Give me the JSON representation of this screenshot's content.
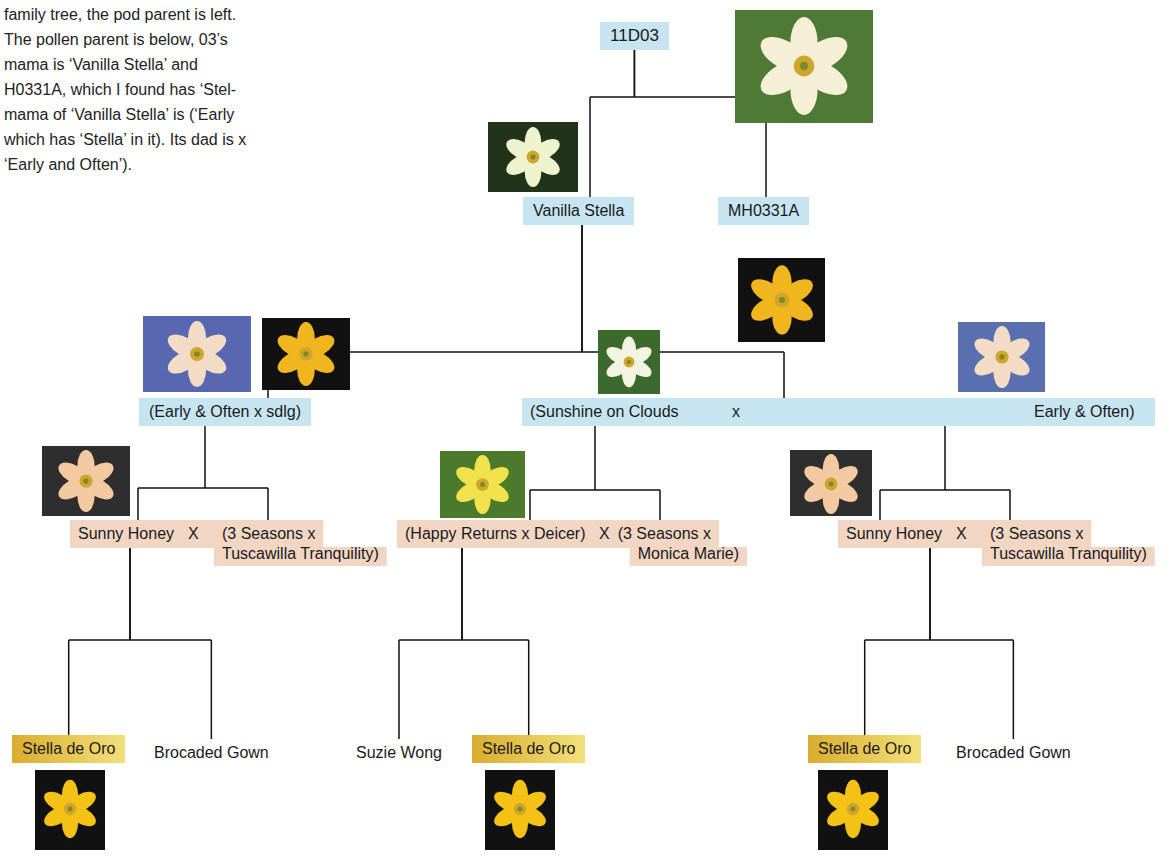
{
  "diagram": {
    "nodes": [
      {
        "text": [
          "11D03"
        ]
      },
      {
        "text": [
          "Vanilla Stella"
        ]
      },
      {
        "text": [
          "MH0331A"
        ]
      },
      {
        "text": [
          "(Early & Often x sdlg)"
        ]
      },
      {
        "text": [
          "(Sunshine on Clouds",
          "x",
          "Early & Often)"
        ]
      },
      {
        "text": [
          "Sunny Honey",
          "X",
          "(3 Seasons x Tuscawilla Tranquility)"
        ]
      },
      {
        "text": [
          "(Happy Returns x Deicer)",
          "X",
          "(3 Seasons x Monica Marie)"
        ]
      },
      {
        "text": [
          "Sunny Honey",
          "X",
          "(3 Seasons x Tuscawilla Tranquility)"
        ]
      },
      {
        "text": [
          "Stella de Oro"
        ]
      },
      {
        "text": [
          "Brocaded Gown"
        ]
      },
      {
        "text": [
          "Suzie Wong"
        ]
      },
      {
        "text": [
          "Stella de Oro"
        ]
      },
      {
        "text": [
          "Stella de Oro"
        ]
      },
      {
        "text": [
          "Brocaded Gown"
        ]
      }
    ],
    "edges": [
      {
        "from": 0,
        "to": 1,
        "arrow": "none"
      },
      {
        "from": 0,
        "to": 2,
        "arrow": "none"
      },
      {
        "from": 1,
        "to": 3,
        "arrow": "none"
      },
      {
        "from": 1,
        "to": 4,
        "arrow": "none"
      },
      {
        "from": 3,
        "to": 5,
        "arrow": "none"
      },
      {
        "from": 4,
        "to": 6,
        "arrow": "none"
      },
      {
        "from": 4,
        "to": 7,
        "arrow": "none"
      },
      {
        "from": 5,
        "to": 8,
        "arrow": "none"
      },
      {
        "from": 5,
        "to": 9,
        "arrow": "none"
      },
      {
        "from": 6,
        "to": 10,
        "arrow": "none"
      },
      {
        "from": 6,
        "to": 11,
        "arrow": "none"
      },
      {
        "from": 7,
        "to": 12,
        "arrow": "none"
      },
      {
        "from": 7,
        "to": 13,
        "arrow": "none"
      }
    ],
    "labels": [
      "family tree, the pod parent is left. The pollen parent is below, 03’s mama is ‘Vanilla Stella’ and H0331A, which I found has ‘Stel- mama of ‘Vanilla Stella’ is (‘Early which has ‘Stella’ in it). Its dad is x ‘Early and Often’)."
    ]
  }
}
